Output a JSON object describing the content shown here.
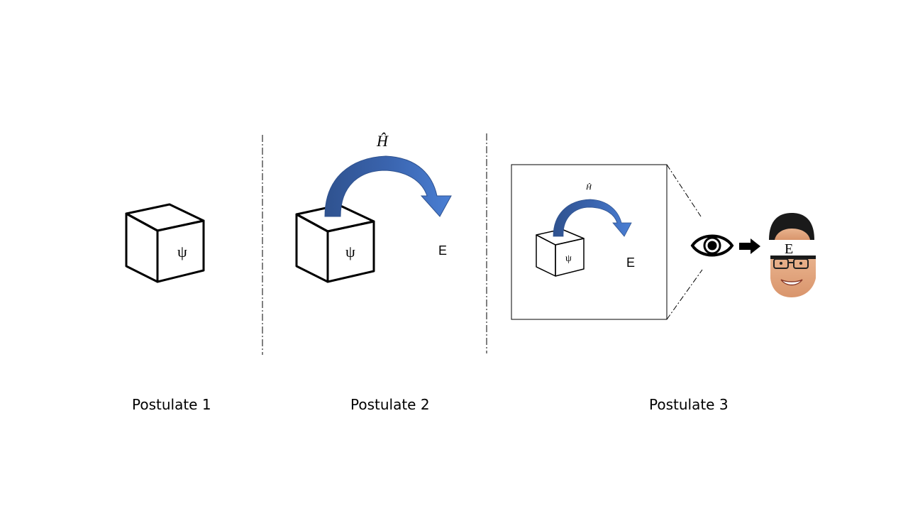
{
  "postulates": [
    {
      "label": "Postulate 1",
      "psi": "ψ"
    },
    {
      "label": "Postulate 2",
      "psi": "ψ",
      "operator": "Ĥ",
      "result": "E"
    },
    {
      "label": "Postulate 3",
      "psi": "ψ",
      "operator": "Ĥ",
      "result": "E",
      "observed": "E"
    }
  ],
  "icons": [
    "eye-icon",
    "right-arrow-icon",
    "observer-face"
  ],
  "colors": {
    "arrow_fill": "#4472c4",
    "arrow_dark": "#2f528f",
    "line": "#000000"
  }
}
